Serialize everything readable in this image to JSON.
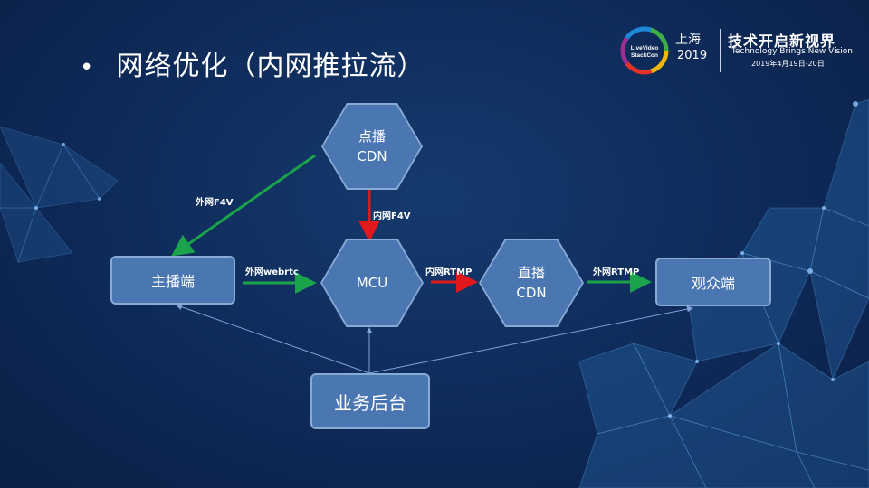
{
  "title": {
    "bullet": "•",
    "text": "网络优化（内网推拉流）"
  },
  "logo": {
    "ring_text": "LiveVideoStackCon",
    "city": "上海",
    "year": "2019",
    "tagline": "技术开启新视界",
    "tagline_en": "Technology Brings New Vision",
    "dates": "2019年4月19日-20日"
  },
  "nodes": {
    "vod_cdn": {
      "line1": "点播",
      "line2": "CDN"
    },
    "mcu": {
      "label": "MCU"
    },
    "live_cdn": {
      "line1": "直播",
      "line2": "CDN"
    },
    "anchor": {
      "label": "主播端"
    },
    "viewer": {
      "label": "观众端"
    },
    "backend": {
      "label": "业务后台"
    }
  },
  "edges": {
    "vod_to_anchor": "外网F4V",
    "vod_to_mcu": "内网F4V",
    "anchor_to_mcu": "外网webrtc",
    "mcu_to_live": "内网RTMP",
    "live_to_viewer": "外网RTMP"
  },
  "colors": {
    "background": "#0e2a58",
    "node_fill": "#4a76b2",
    "external": "#1aa34a",
    "internal": "#e0191c",
    "control": "#7fa3d6"
  }
}
